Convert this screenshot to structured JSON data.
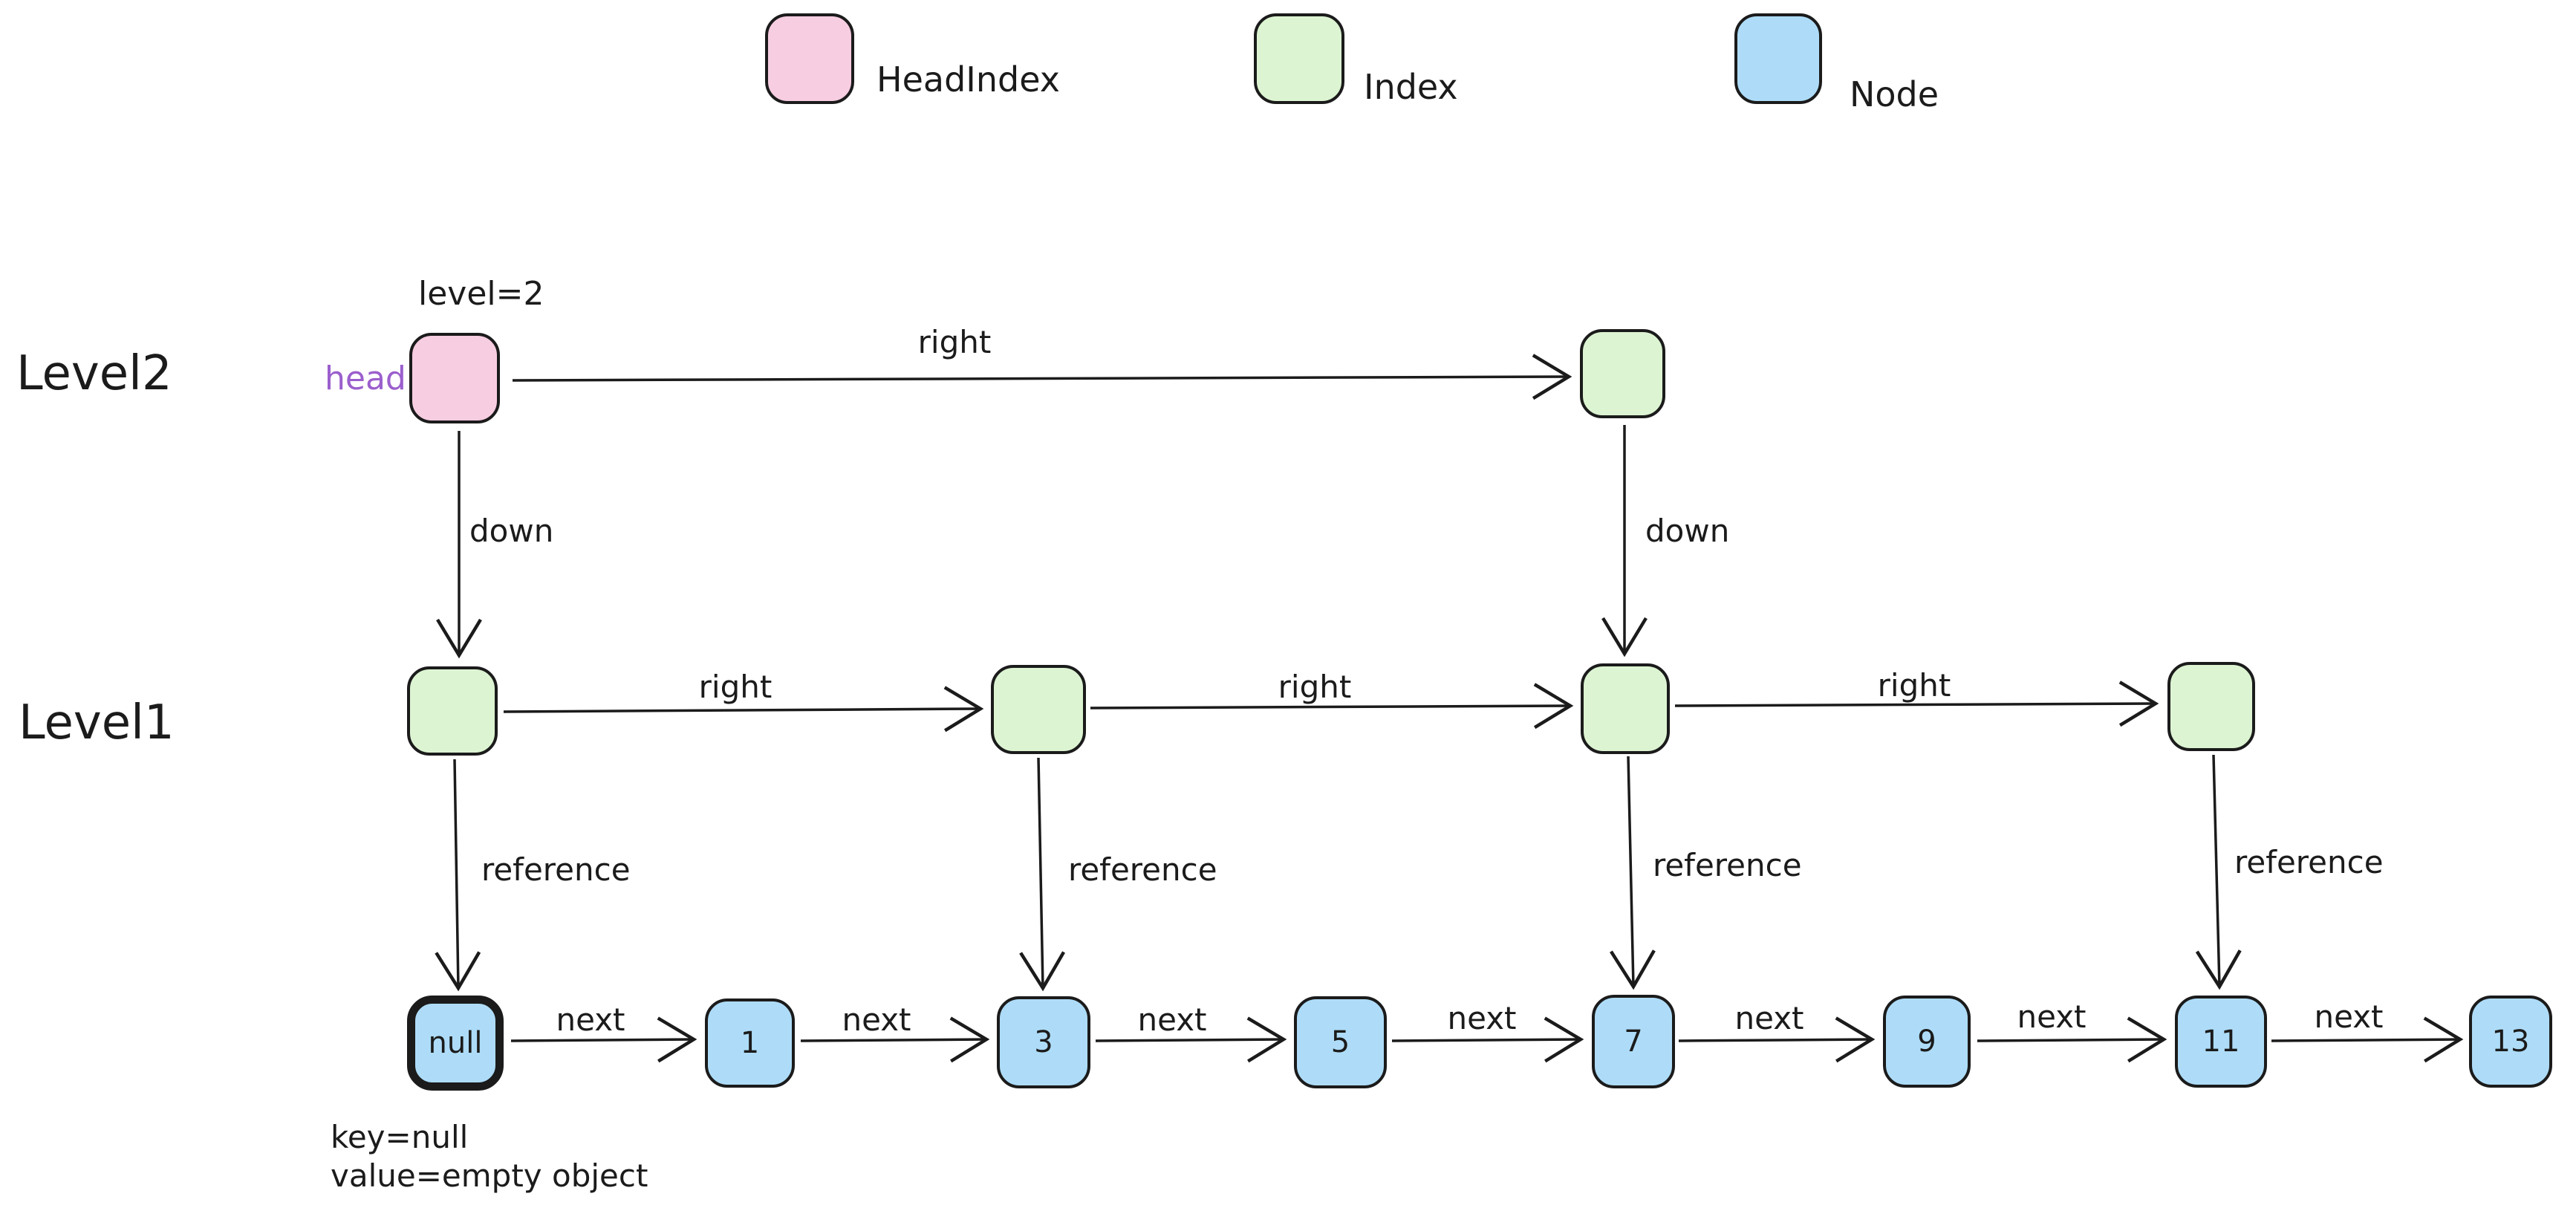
{
  "legend": {
    "items": [
      {
        "id": "head-index",
        "label": "HeadIndex",
        "fill": "#f7cde1"
      },
      {
        "id": "index",
        "label": "Index",
        "fill": "#dcf4d2"
      },
      {
        "id": "node",
        "label": "Node",
        "fill": "#aedcf8"
      }
    ]
  },
  "rows": {
    "level2_label": "Level2",
    "level1_label": "Level1"
  },
  "head": {
    "annotation": "level=2",
    "label": "head",
    "label_color": "#9b5fcd"
  },
  "edge_labels": {
    "right": "right",
    "down": "down",
    "reference": "reference",
    "next": "next"
  },
  "nodes": [
    {
      "label": "null"
    },
    {
      "label": "1"
    },
    {
      "label": "3"
    },
    {
      "label": "5"
    },
    {
      "label": "7"
    },
    {
      "label": "9"
    },
    {
      "label": "11"
    },
    {
      "label": "13"
    }
  ],
  "null_node_note": {
    "line1": "key=null",
    "line2": "value=empty object"
  },
  "colors": {
    "stroke": "#1b1b1b",
    "head_index_fill": "#f7cde1",
    "index_fill": "#dcf4d2",
    "node_fill": "#aedcf8",
    "head_label": "#9b5fcd",
    "background": "#ffffff"
  }
}
